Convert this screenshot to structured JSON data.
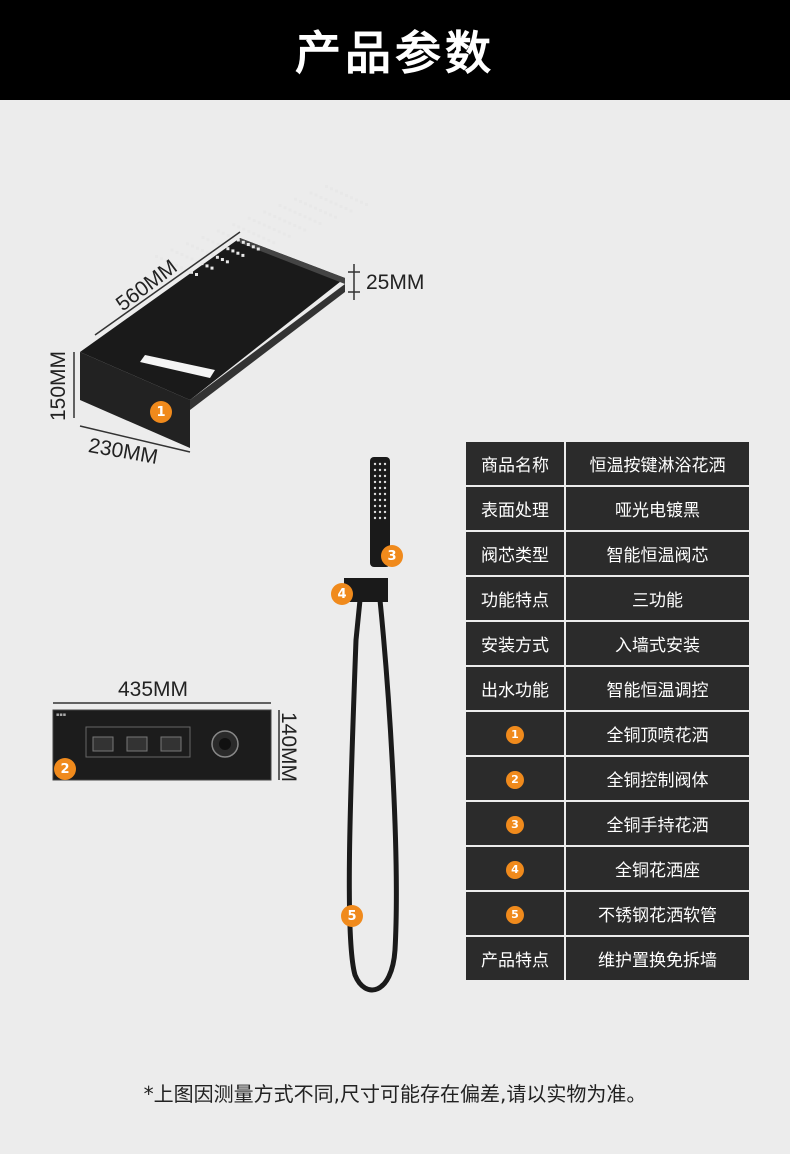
{
  "header": {
    "title": "产品参数"
  },
  "dimensions": {
    "top_shower_length": "560MM",
    "top_shower_thickness": "25MM",
    "top_shower_height": "150MM",
    "top_shower_depth": "230MM",
    "control_width": "435MM",
    "control_height": "140MM"
  },
  "badges": [
    "1",
    "2",
    "3",
    "4",
    "5"
  ],
  "specs": [
    {
      "key": "商品名称",
      "value": "恒温按键淋浴花洒"
    },
    {
      "key": "表面处理",
      "value": "哑光电镀黑"
    },
    {
      "key": "阀芯类型",
      "value": "智能恒温阀芯"
    },
    {
      "key": "功能特点",
      "value": "三功能"
    },
    {
      "key": "安装方式",
      "value": "入墙式安装"
    },
    {
      "key": "出水功能",
      "value": "智能恒温调控"
    },
    {
      "key": "1",
      "value": "全铜顶喷花洒"
    },
    {
      "key": "2",
      "value": "全铜控制阀体"
    },
    {
      "key": "3",
      "value": "全铜手持花洒"
    },
    {
      "key": "4",
      "value": "全铜花洒座"
    },
    {
      "key": "5",
      "value": "不锈钢花洒软管"
    },
    {
      "key": "产品特点",
      "value": "维护置换免拆墙"
    }
  ],
  "note": "*上图因测量方式不同,尺寸可能存在偏差,请以实物为准。",
  "colors": {
    "accent": "#f08a1c",
    "cell_bg": "#2b2b2b",
    "header_bg": "#000000"
  }
}
